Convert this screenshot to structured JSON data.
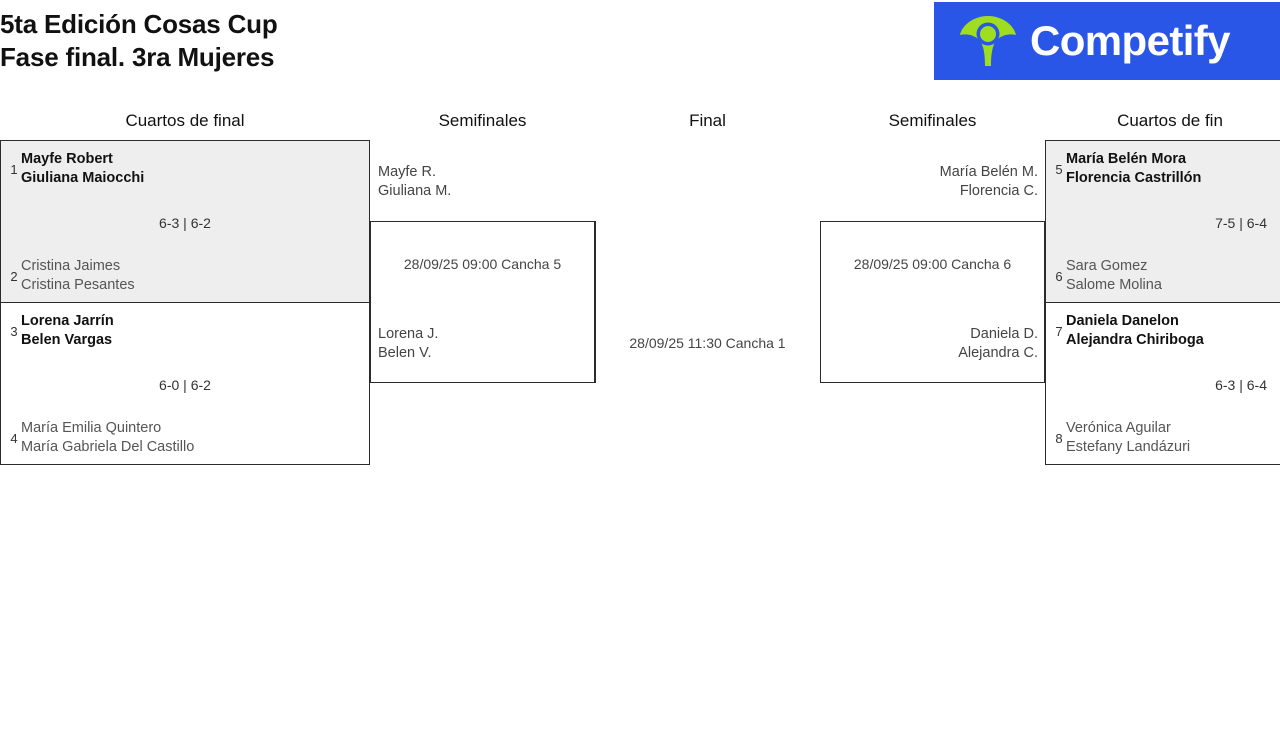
{
  "header": {
    "title_line1": "5ta Edición Cosas Cup",
    "title_line2": "Fase final. 3ra Mujeres",
    "title_full": "5ta Edición Cosas Cup\nFase final. 3ra Mujeres",
    "logo_text": "Competify",
    "logo_bg_color": "#2a56e8",
    "logo_mark_color": "#9ede1e",
    "logo_icon_name": "competify-person-icon"
  },
  "rounds": {
    "qf_left": "Cuartos de final",
    "sf_left": "Semifinales",
    "final": "Final",
    "sf_right": "Semifinales",
    "qf_right": "Cuartos de fin"
  },
  "bracket": {
    "qf_left": [
      {
        "id": "qf1",
        "score": "6-3 | 6-2",
        "shaded": true,
        "top": {
          "seed": "1",
          "names": "Mayfe Robert\nGiuliana Maiocchi",
          "player1": "Mayfe Robert",
          "player2": "Giuliana Maiocchi",
          "result": "winner"
        },
        "bottom": {
          "seed": "2",
          "names": "Cristina Jaimes\nCristina Pesantes",
          "player1": "Cristina Jaimes",
          "player2": "Cristina Pesantes",
          "result": "loser"
        }
      },
      {
        "id": "qf2",
        "score": "6-0 | 6-2",
        "shaded": false,
        "top": {
          "seed": "3",
          "names": "Lorena Jarrín\nBelen Vargas",
          "player1": "Lorena Jarrín",
          "player2": "Belen Vargas",
          "result": "winner"
        },
        "bottom": {
          "seed": "4",
          "names": "María Emilia Quintero\nMaría Gabriela Del Castillo",
          "player1": "María Emilia Quintero",
          "player2": "María Gabriela Del Castillo",
          "result": "loser"
        }
      }
    ],
    "qf_right": [
      {
        "id": "qf3",
        "score": "7-5 | 6-4",
        "shaded": true,
        "top": {
          "seed": "5",
          "names": "María Belén Mora\nFlorencia Castrillón",
          "player1": "María Belén Mora",
          "player2": "Florencia Castrillón",
          "result": "winner"
        },
        "bottom": {
          "seed": "6",
          "names": "Sara Gomez\nSalome Molina",
          "player1": "Sara Gomez",
          "player2": "Salome Molina",
          "result": "loser"
        }
      },
      {
        "id": "qf4",
        "score": "6-3 | 6-4",
        "shaded": false,
        "top": {
          "seed": "7",
          "names": "Daniela Danelon\nAlejandra Chiriboga",
          "player1": "Daniela Danelon",
          "player2": "Alejandra Chiriboga",
          "result": "winner"
        },
        "bottom": {
          "seed": "8",
          "names": "Verónica Aguilar\nEstefany Landázuri",
          "player1": "Verónica Aguilar",
          "player2": "Estefany Landázuri",
          "result": "loser"
        }
      }
    ],
    "sf_left": {
      "id": "sf1",
      "match_info": "28/09/25 09:00 Cancha 5",
      "date": "28/09/25",
      "time": "09:00",
      "court": "Cancha 5",
      "top": {
        "names": "Mayfe R.\nGiuliana M.",
        "player1": "Mayfe R.",
        "player2": "Giuliana M."
      },
      "bottom": {
        "names": "Lorena J.\nBelen V.",
        "player1": "Lorena J.",
        "player2": "Belen V."
      }
    },
    "sf_right": {
      "id": "sf2",
      "match_info": "28/09/25 09:00 Cancha 6",
      "date": "28/09/25",
      "time": "09:00",
      "court": "Cancha 6",
      "top": {
        "names": "María Belén M.\nFlorencia C.",
        "player1": "María Belén M.",
        "player2": "Florencia C."
      },
      "bottom": {
        "names": "Daniela D.\nAlejandra C.",
        "player1": "Daniela D.",
        "player2": "Alejandra C."
      }
    },
    "final": {
      "id": "final",
      "match_info": "28/09/25 11:30 Cancha 1",
      "date": "28/09/25",
      "time": "11:30",
      "court": "Cancha 1"
    }
  }
}
